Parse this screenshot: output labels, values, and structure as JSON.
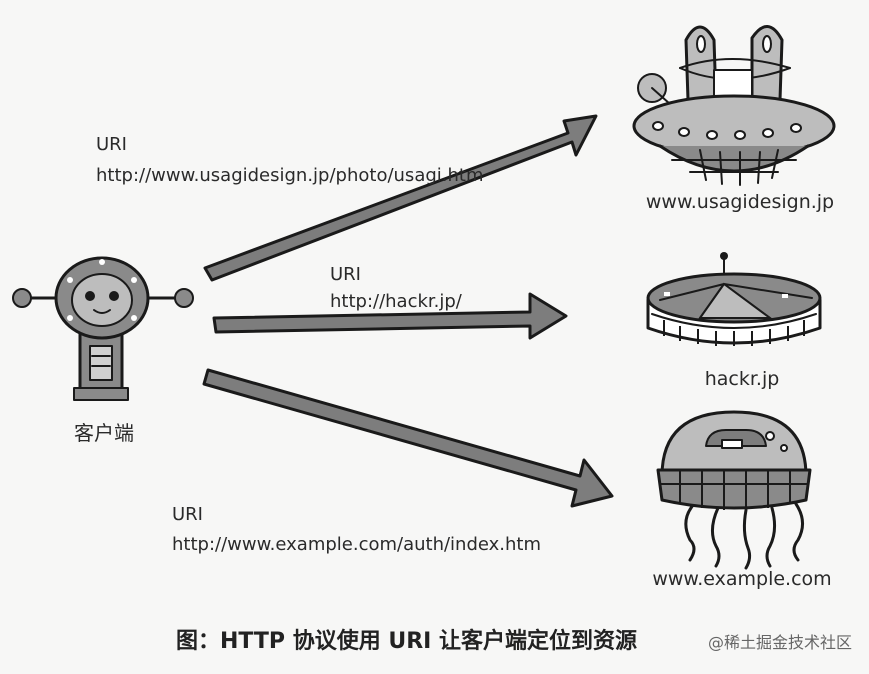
{
  "client": {
    "label": "客户端"
  },
  "links": [
    {
      "title": "URI",
      "uri": "http://www.usagidesign.jp/photo/usagi.htm",
      "target": "www.usagidesign.jp"
    },
    {
      "title": "URI",
      "uri": "http://hackr.jp/",
      "target": "hackr.jp"
    },
    {
      "title": "URI",
      "uri": "http://www.example.com/auth/index.htm",
      "target": "www.example.com"
    }
  ],
  "caption": "图：HTTP 协议使用 URI 让客户端定位到资源",
  "watermark": "@稀土掘金技术社区",
  "colors": {
    "arrow_fill": "#7d7d7d",
    "ufo_fill": "#bdbdbd",
    "robot_fill": "#8a8a8a",
    "outline": "#1a1a1a"
  }
}
